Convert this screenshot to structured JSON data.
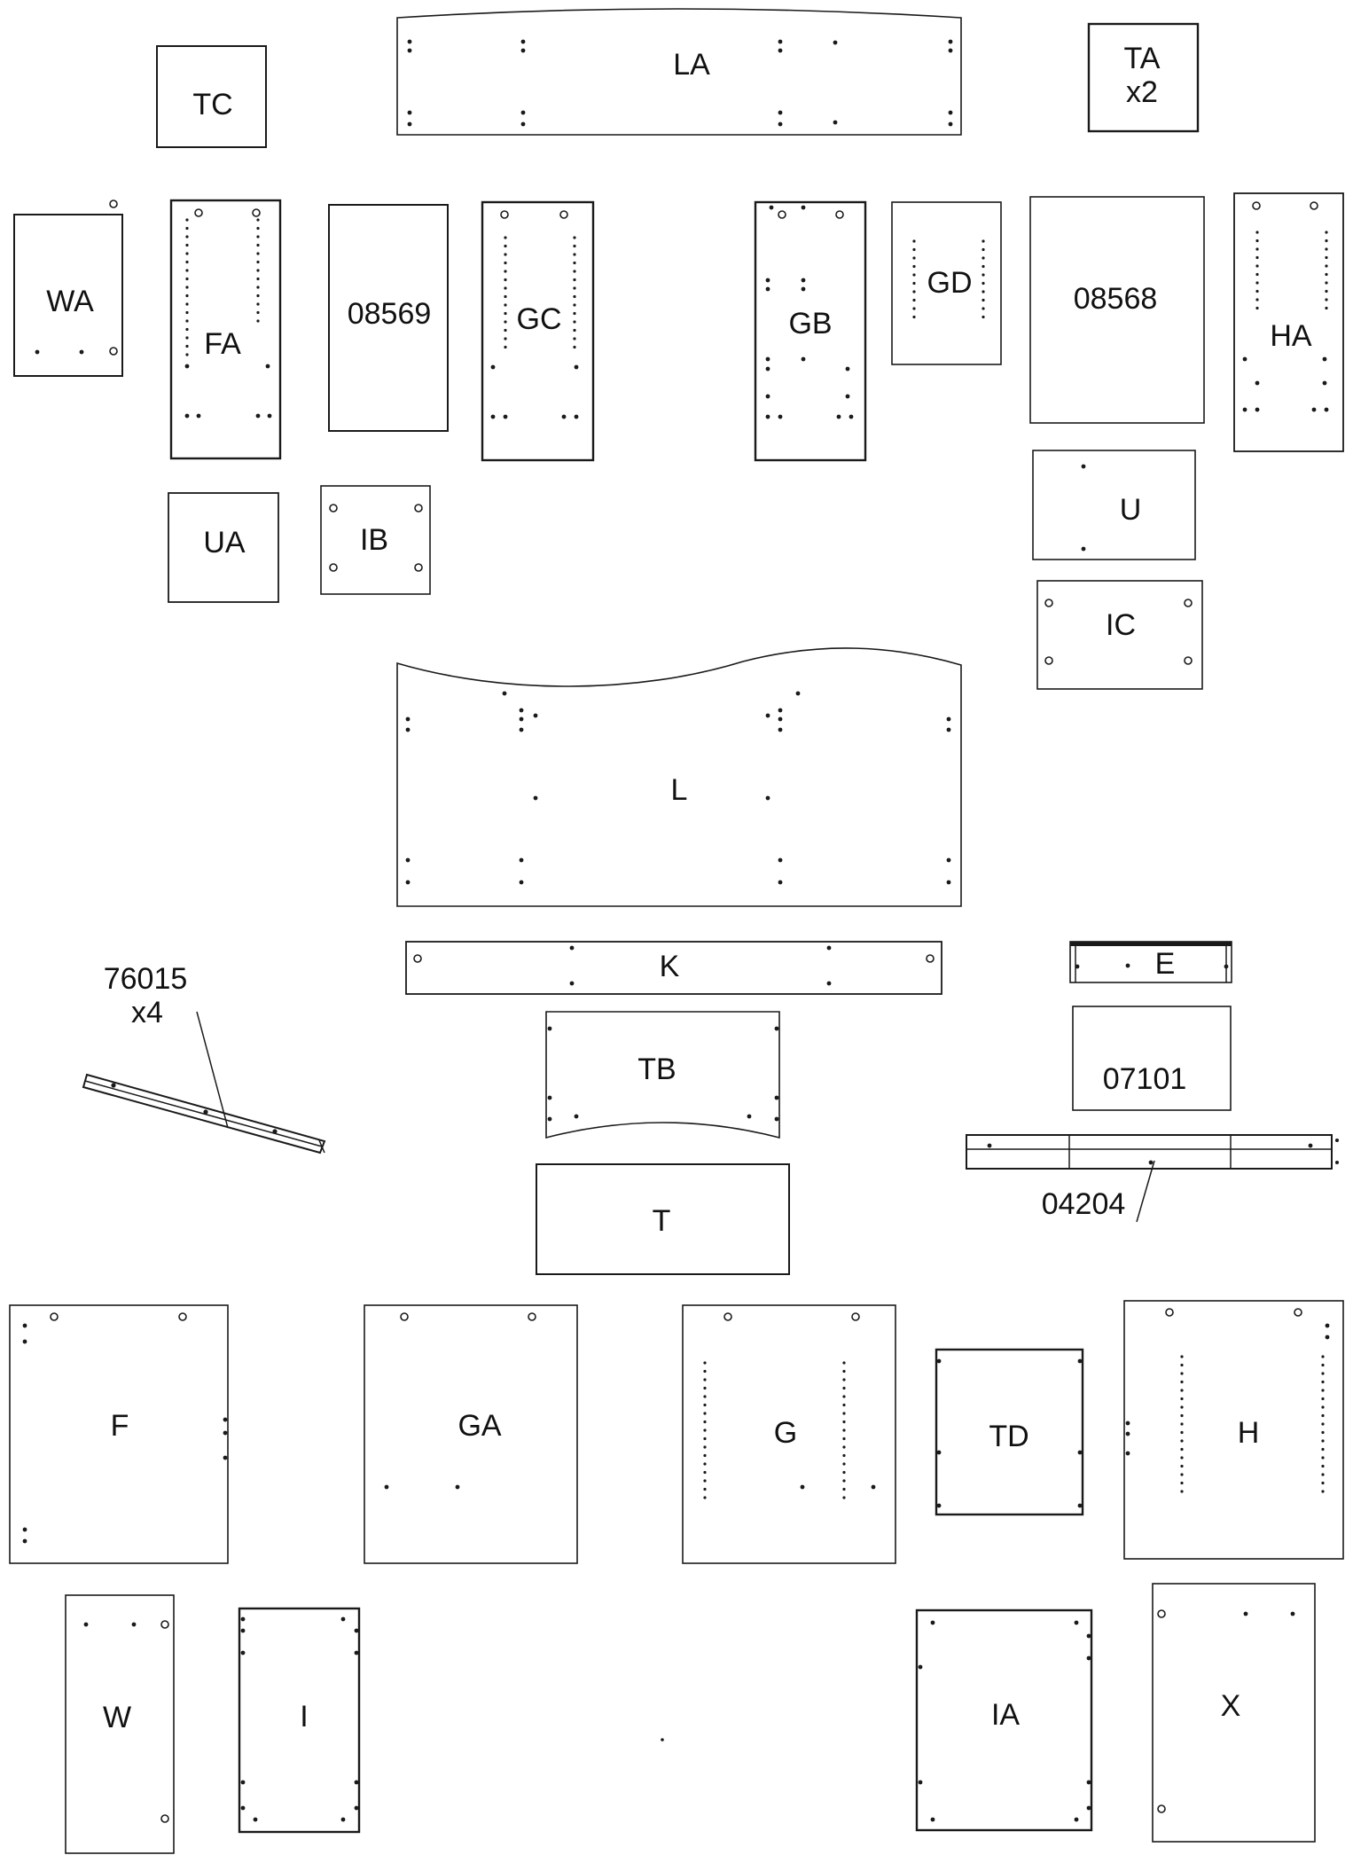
{
  "parts": [
    {
      "id": "LA",
      "label": "LA"
    },
    {
      "id": "TC",
      "label": "TC"
    },
    {
      "id": "TA",
      "label": "TA",
      "quantity": "x2"
    },
    {
      "id": "WA",
      "label": "WA"
    },
    {
      "id": "FA",
      "label": "FA"
    },
    {
      "id": "08569",
      "label": "08569"
    },
    {
      "id": "GC",
      "label": "GC"
    },
    {
      "id": "GB",
      "label": "GB"
    },
    {
      "id": "GD",
      "label": "GD"
    },
    {
      "id": "08568",
      "label": "08568"
    },
    {
      "id": "HA",
      "label": "HA"
    },
    {
      "id": "UA",
      "label": "UA"
    },
    {
      "id": "IB",
      "label": "IB"
    },
    {
      "id": "U",
      "label": "U"
    },
    {
      "id": "IC",
      "label": "IC"
    },
    {
      "id": "L",
      "label": "L"
    },
    {
      "id": "K",
      "label": "K"
    },
    {
      "id": "E",
      "label": "E"
    },
    {
      "id": "TB",
      "label": "TB"
    },
    {
      "id": "07101",
      "label": "07101"
    },
    {
      "id": "T",
      "label": "T"
    },
    {
      "id": "F",
      "label": "F"
    },
    {
      "id": "GA",
      "label": "GA"
    },
    {
      "id": "G",
      "label": "G"
    },
    {
      "id": "TD",
      "label": "TD"
    },
    {
      "id": "H",
      "label": "H"
    },
    {
      "id": "W",
      "label": "W"
    },
    {
      "id": "I",
      "label": "I"
    },
    {
      "id": "IA",
      "label": "IA"
    },
    {
      "id": "X",
      "label": "X"
    }
  ],
  "hardware": [
    {
      "id": "76015",
      "label": "76015",
      "quantity": "x4"
    },
    {
      "id": "04204",
      "label": "04204"
    }
  ]
}
